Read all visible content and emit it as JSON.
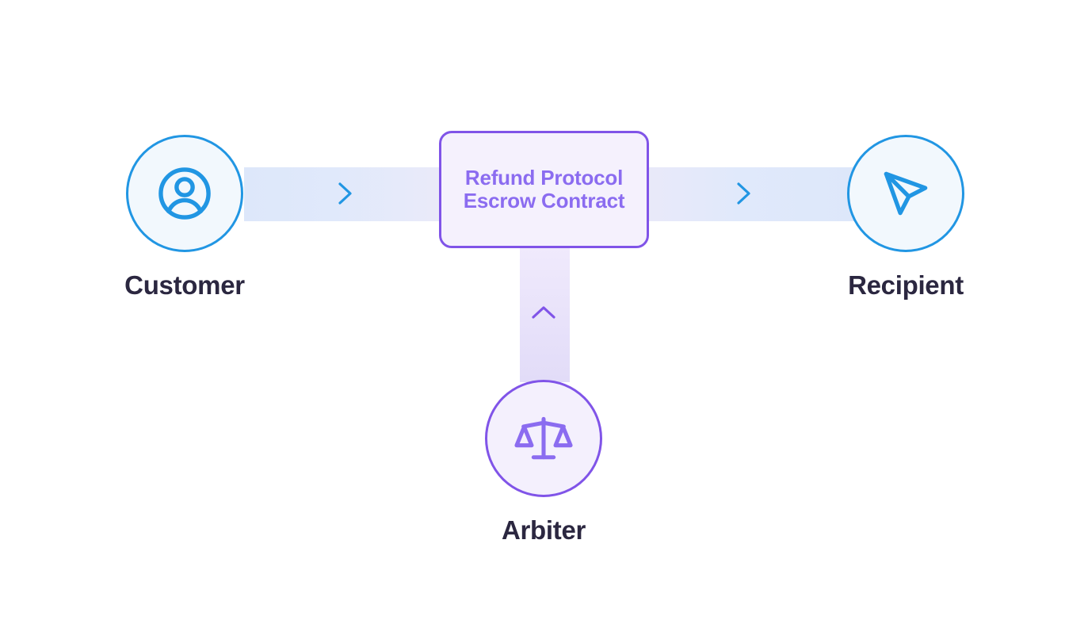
{
  "diagram": {
    "type": "escrow-flow",
    "background_color": "#ffffff",
    "nodes": [
      {
        "id": "customer",
        "label": "Customer",
        "icon": "user-circle-icon",
        "accent_color": "#2196e3",
        "fill_color": "#f2f8fd"
      },
      {
        "id": "recipient",
        "label": "Recipient",
        "icon": "send-paper-plane-icon",
        "accent_color": "#2196e3",
        "fill_color": "#f2f8fd"
      },
      {
        "id": "arbiter",
        "label": "Arbiter",
        "icon": "scales-balance-icon",
        "accent_color": "#8054e8",
        "fill_color": "#f4f0fd"
      }
    ],
    "contract": {
      "line1": "Refund Protocol",
      "line2": "Escrow Contract",
      "text_color": "#8b6cf0",
      "border_color": "#8054e8",
      "fill_color": "#f5f1fd"
    },
    "connectors": [
      {
        "id": "customer-to-contract",
        "direction": "right",
        "arrow": "chevron-right-icon",
        "color": "#2196e3",
        "band_color": "#dde7fa"
      },
      {
        "id": "contract-to-recipient",
        "direction": "right",
        "arrow": "chevron-right-icon",
        "color": "#2196e3",
        "band_color": "#dde7fa"
      },
      {
        "id": "arbiter-to-contract",
        "direction": "up",
        "arrow": "chevron-up-icon",
        "color": "#8054e8",
        "band_color": "#e8e2fa"
      }
    ]
  }
}
